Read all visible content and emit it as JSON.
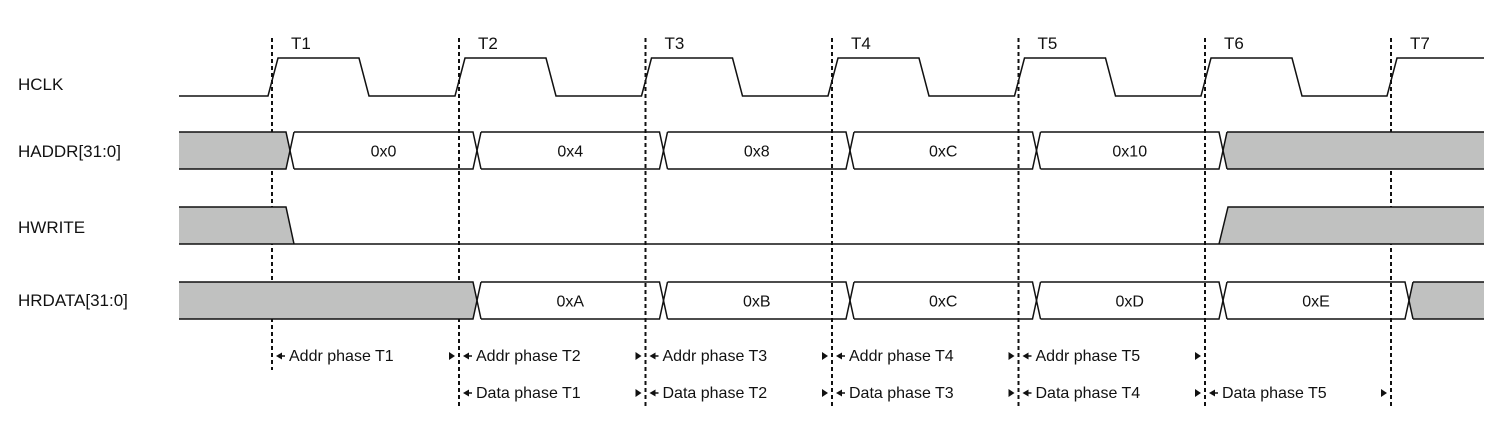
{
  "diagram": {
    "title": "AHB read transfer timing",
    "cycles": [
      "T1",
      "T2",
      "T3",
      "T4",
      "T5",
      "T6",
      "T7"
    ],
    "signals": [
      {
        "id": "hclk",
        "name": "HCLK",
        "type": "clock"
      },
      {
        "id": "haddr",
        "name": "HADDR[31:0]",
        "type": "bus",
        "segments": [
          {
            "value": null,
            "undefined": true
          },
          {
            "value": "0x0"
          },
          {
            "value": "0x4"
          },
          {
            "value": "0x8"
          },
          {
            "value": "0xC"
          },
          {
            "value": "0x10"
          },
          {
            "value": null,
            "undefined": true
          }
        ],
        "starts_cycle": [
          0,
          1,
          2,
          3,
          4,
          5,
          6
        ]
      },
      {
        "id": "hwrite",
        "name": "HWRITE",
        "type": "control",
        "states": [
          "undefined",
          "low",
          "low",
          "low",
          "low",
          "low",
          "undefined"
        ]
      },
      {
        "id": "hrdata",
        "name": "HRDATA[31:0]",
        "type": "bus",
        "segments": [
          {
            "value": null,
            "undefined": true
          },
          {
            "value": "0xA"
          },
          {
            "value": "0xB"
          },
          {
            "value": "0xC"
          },
          {
            "value": "0xD"
          },
          {
            "value": "0xE"
          },
          {
            "value": null,
            "undefined": true
          }
        ]
      }
    ],
    "phases": {
      "addr": [
        {
          "label": "Addr phase T1",
          "from": "T1",
          "to": "T2"
        },
        {
          "label": "Addr phase T2",
          "from": "T2",
          "to": "T3"
        },
        {
          "label": "Addr phase T3",
          "from": "T3",
          "to": "T4"
        },
        {
          "label": "Addr phase T4",
          "from": "T4",
          "to": "T5"
        },
        {
          "label": "Addr phase T5",
          "from": "T5",
          "to": "T6"
        }
      ],
      "data": [
        {
          "label": "Data phase T1",
          "from": "T2",
          "to": "T3"
        },
        {
          "label": "Data phase T2",
          "from": "T3",
          "to": "T4"
        },
        {
          "label": "Data phase T3",
          "from": "T4",
          "to": "T5"
        },
        {
          "label": "Data phase T4",
          "from": "T5",
          "to": "T6"
        },
        {
          "label": "Data phase T5",
          "from": "T6",
          "to": "T7"
        }
      ]
    },
    "colors": {
      "line": "#111111",
      "undefined_fill": "#c0c1c0",
      "background": "#ffffff"
    }
  }
}
